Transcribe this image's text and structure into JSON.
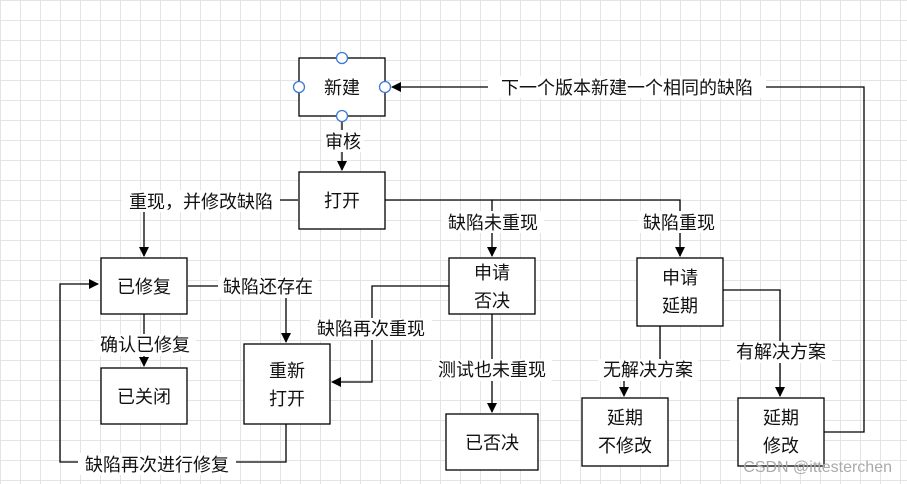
{
  "nodes": {
    "new": [
      "新建"
    ],
    "open": [
      "打开"
    ],
    "fixed": [
      "已修复"
    ],
    "closed": [
      "已关闭"
    ],
    "reopen": [
      "重新",
      "打开"
    ],
    "reject_req": [
      "申请",
      "否决"
    ],
    "rejected": [
      "已否决"
    ],
    "delay_req": [
      "申请",
      "延期"
    ],
    "delay_nofix": [
      "延期",
      "不修改"
    ],
    "delay_fix": [
      "延期",
      "修改"
    ]
  },
  "edges": {
    "review": "审核",
    "reproduce_fix": "重现，并修改缺陷",
    "not_reproduced": "缺陷未重现",
    "reproduced": "缺陷重现",
    "still_exists": "缺陷还存在",
    "reproduced_again": "缺陷再次重现",
    "confirm_fixed": "确认已修复",
    "test_not_reproduced": "测试也未重现",
    "no_solution": "无解决方案",
    "has_solution": "有解决方案",
    "fix_again": "缺陷再次进行修复",
    "next_version": "下一个版本新建一个相同的缺陷"
  },
  "watermark": "CSDN @ittesterchen"
}
